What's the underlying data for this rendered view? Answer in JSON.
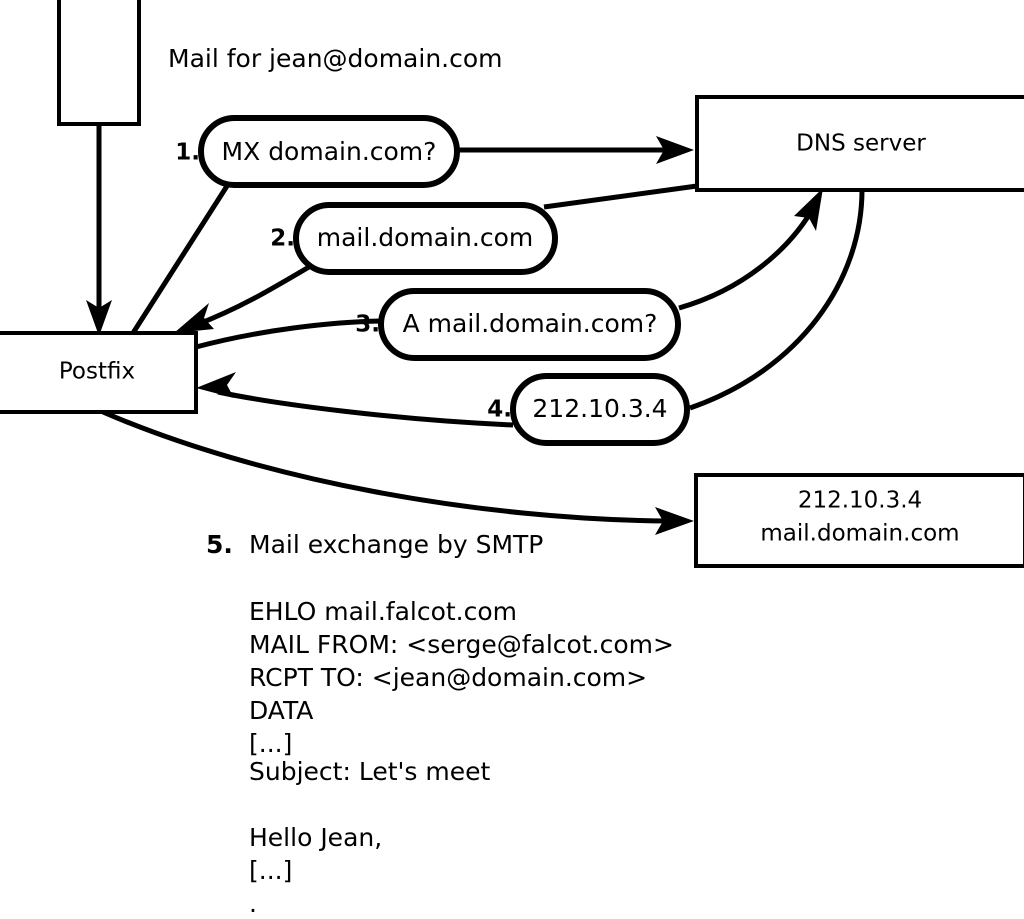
{
  "diagram": {
    "title": "Mail for jean@domain.com",
    "nodes": [
      {
        "id": "sender-client",
        "label": ""
      },
      {
        "id": "postfix",
        "label": "Postfix"
      },
      {
        "id": "dns-server",
        "label": "DNS server"
      },
      {
        "id": "remote-mx",
        "label_line1": "212.10.3.4",
        "label_line2": "mail.domain.com"
      }
    ],
    "steps": [
      {
        "num": "1.",
        "label": "MX domain.com?"
      },
      {
        "num": "2.",
        "label": "mail.domain.com"
      },
      {
        "num": "3.",
        "label": "A mail.domain.com?"
      },
      {
        "num": "4.",
        "label": "212.10.3.4"
      }
    ],
    "caption": {
      "num": "5.",
      "text": "Mail exchange by SMTP"
    },
    "transcript": [
      "EHLO mail.falcot.com",
      "MAIL FROM: <serge@falcot.com>",
      "RCPT TO: <jean@domain.com>",
      "DATA",
      "[...]",
      "Subject: Let's meet",
      "",
      "Hello Jean,",
      "[...]",
      "."
    ],
    "colors": {
      "stroke": "#000000",
      "fill": "#ffffff",
      "background": "#ffffff"
    }
  }
}
